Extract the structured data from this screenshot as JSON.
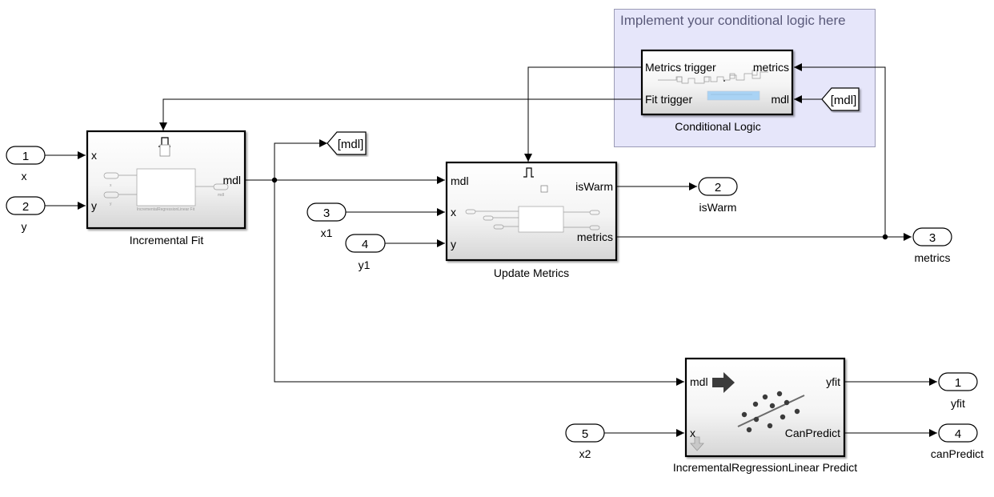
{
  "area_label": "Implement your conditional logic here",
  "inports": [
    {
      "num": "1",
      "label": "x"
    },
    {
      "num": "2",
      "label": "y"
    },
    {
      "num": "3",
      "label": "x1"
    },
    {
      "num": "4",
      "label": "y1"
    },
    {
      "num": "5",
      "label": "x2"
    }
  ],
  "outports": [
    {
      "num": "2",
      "label": "isWarm"
    },
    {
      "num": "3",
      "label": "metrics"
    },
    {
      "num": "1",
      "label": "yfit"
    },
    {
      "num": "4",
      "label": "canPredict"
    }
  ],
  "goto_tag": "[mdl]",
  "from_tag": "[mdl]",
  "blocks": {
    "incremental_fit": {
      "name": "Incremental Fit",
      "ports_in": [
        "x",
        "y"
      ],
      "ports_out": [
        "mdl"
      ],
      "thumb_text": "IncrementalRegressionLinear Fit",
      "thumb_in": [
        "x",
        "y"
      ],
      "thumb_out": "mdl"
    },
    "update_metrics": {
      "name": "Update Metrics",
      "ports_in": [
        "mdl",
        "x",
        "y"
      ],
      "ports_out": [
        "isWarm",
        "metrics"
      ]
    },
    "conditional_logic": {
      "name": "Conditional Logic",
      "ports_in": [
        "Metrics trigger",
        "Fit trigger"
      ],
      "ports_out": [
        "metrics",
        "mdl"
      ]
    },
    "predict": {
      "name": "IncrementalRegressionLinear Predict",
      "ports_in": [
        "mdl",
        "x"
      ],
      "ports_out": [
        "yfit",
        "CanPredict"
      ]
    }
  },
  "colors": {
    "area_fill": "#e6e6fa",
    "area_border": "#9b9bb6",
    "area_title": "#5a5a7a",
    "block_gradient_top": "#ffffff",
    "block_gradient_bottom": "#d9d9d9",
    "predict_icon": "#3b3b3b"
  }
}
